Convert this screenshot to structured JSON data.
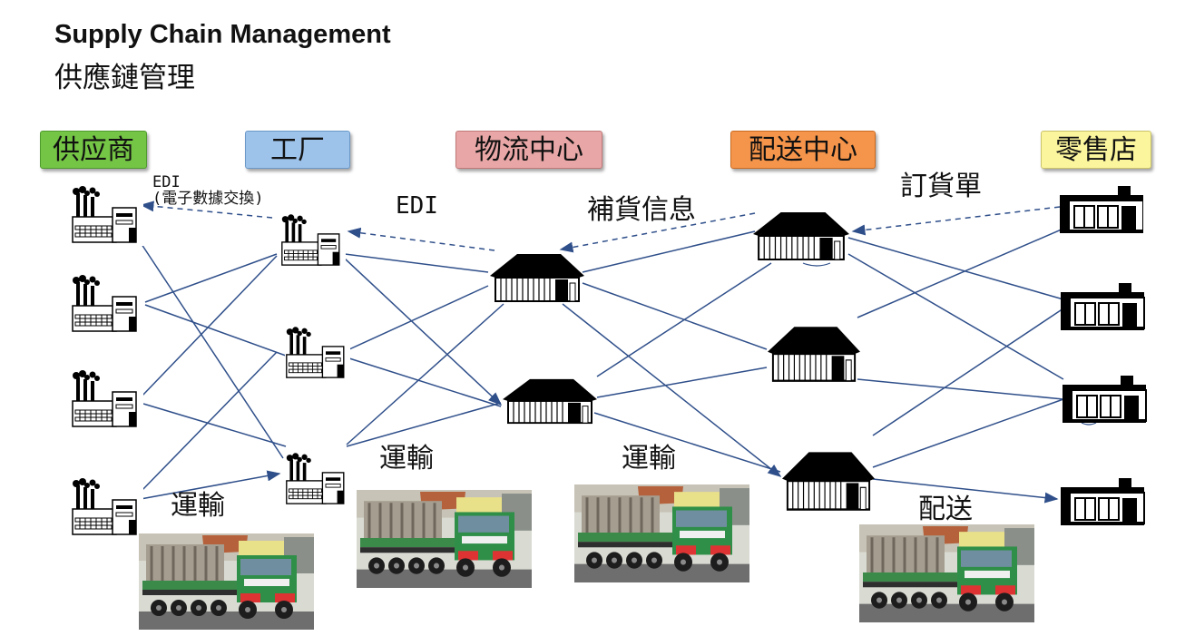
{
  "title": "Supply Chain Management",
  "subtitle": "供應鏈管理",
  "stages": {
    "supplier": "供应商",
    "factory": "工厂",
    "logistics": "物流中心",
    "distribution": "配送中心",
    "retail": "零售店"
  },
  "labels": {
    "edi_left": "EDI",
    "edi_left_sub": "(電子數據交換)",
    "edi_mid": "EDI",
    "replenish": "補貨信息",
    "order": "訂貨單",
    "transport_1": "運輸",
    "transport_2": "運輸",
    "transport_3": "運輸",
    "delivery": "配送"
  },
  "colors": {
    "supplier": "#74c445",
    "factory": "#9ec3ea",
    "logistics": "#e8a6a6",
    "distribution": "#f5954b",
    "retail": "#fbf59d",
    "line": "#2f4f8a"
  },
  "icons": {
    "supplier": "factory-icon",
    "factory": "factory-icon",
    "warehouse": "warehouse-icon",
    "retail": "store-icon",
    "transport": "truck-photo"
  }
}
